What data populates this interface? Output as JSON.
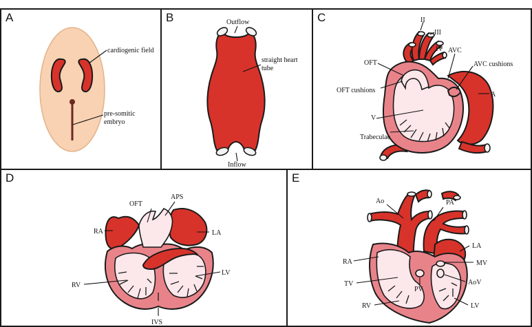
{
  "panels": {
    "a": {
      "letter": "A",
      "labels": {
        "cardiogenic_field": "cardiogenic field",
        "presomitic_1": "pre-somitic",
        "presomitic_2": "embryo"
      }
    },
    "b": {
      "letter": "B",
      "labels": {
        "outflow": "Outflow",
        "tube_1": "straight heart",
        "tube_2": "tube",
        "inflow": "Inflow"
      }
    },
    "c": {
      "letter": "C",
      "labels": {
        "II": "II",
        "III": "III",
        "IV": "IV",
        "OFT": "OFT",
        "AVC": "AVC",
        "AVC_cushions": "AVC cushions",
        "OFT_cushions": "OFT cushions",
        "A": "A",
        "V": "V",
        "Trabeculae": "Trabeculae"
      }
    },
    "d": {
      "letter": "D",
      "labels": {
        "OFT": "OFT",
        "APS": "APS",
        "RA": "RA",
        "LA": "LA",
        "RV": "RV",
        "LV": "LV",
        "IVS": "IVS"
      }
    },
    "e": {
      "letter": "E",
      "labels": {
        "Ao": "Ao",
        "PA": "PA",
        "LA": "LA",
        "RA": "RA",
        "MV": "MV",
        "TV": "TV",
        "AoV": "AoV",
        "PV": "PV",
        "RV": "RV",
        "LV": "LV"
      }
    }
  },
  "colors": {
    "tissue": "#d7332b",
    "wall": "#e9838a",
    "lumen": "#fce7ea",
    "embryo": "#f8d2b2"
  }
}
